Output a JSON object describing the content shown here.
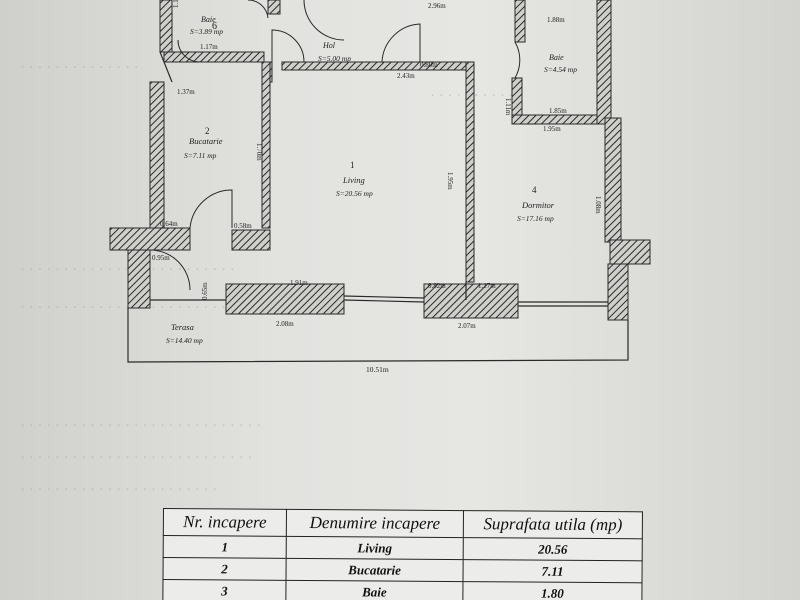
{
  "plan": {
    "rooms": [
      {
        "label": "Living",
        "area": "S=20.56 mp"
      },
      {
        "label": "Bucatarie",
        "area": "S=7.11 mp"
      },
      {
        "label": "Baie",
        "area": "S=4.54 mp"
      },
      {
        "label": "Dormitor",
        "area": "S=17.16 mp"
      },
      {
        "label": "Hol",
        "area": "S=5.00 mp"
      },
      {
        "label": "Baie",
        "area": "S=3.89 mp"
      },
      {
        "label": "Terasa",
        "area": "S=14.40 mp"
      }
    ],
    "room_numbers": [
      "1",
      "2",
      "4",
      "6"
    ],
    "dimensions": [
      "2.96m",
      "1.88m",
      "1.17m",
      "2.43m",
      "0.80m",
      "1.85m",
      "1.95m",
      "1.11m",
      "1.70m",
      "0.64m",
      "0.58m",
      "0.95m",
      "1.91m",
      "0.65m",
      "2.08m",
      "0.82m",
      "1.17m",
      "2.07m",
      "1.08m",
      "10.51m",
      "1.37m",
      "1.95m",
      "1.17m"
    ]
  },
  "table": {
    "headers": [
      "Nr. incapere",
      "Denumire incapere",
      "Suprafata utila (mp)"
    ],
    "rows": [
      [
        "1",
        "Living",
        "20.56"
      ],
      [
        "2",
        "Bucatarie",
        "7.11"
      ],
      [
        "3",
        "Baie",
        "1.80"
      ]
    ]
  },
  "colors": {
    "wall_ink": "#2a2a2a",
    "paper": "#e3e3e0"
  }
}
